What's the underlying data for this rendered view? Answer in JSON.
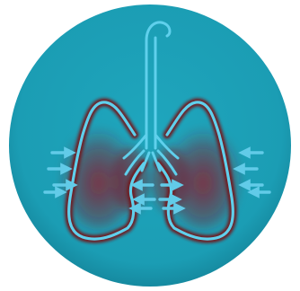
{
  "illustration": {
    "subject": "lungs-compression",
    "colors": {
      "background_circle": "#1b9db4",
      "circle_shade": "#168aa0",
      "airway_outline": "#5fd0ec",
      "lung_wall_dark": "#6e1a24",
      "lung_glow": "#8a2030",
      "arrow": "#62cbe8"
    },
    "arrow_groups": [
      {
        "side": "left-outer",
        "direction": "inward",
        "count": 4
      },
      {
        "side": "center-left",
        "direction": "inward",
        "count": 3
      },
      {
        "side": "center-right",
        "direction": "inward",
        "count": 3
      },
      {
        "side": "right-outer",
        "direction": "inward",
        "count": 4
      }
    ]
  }
}
